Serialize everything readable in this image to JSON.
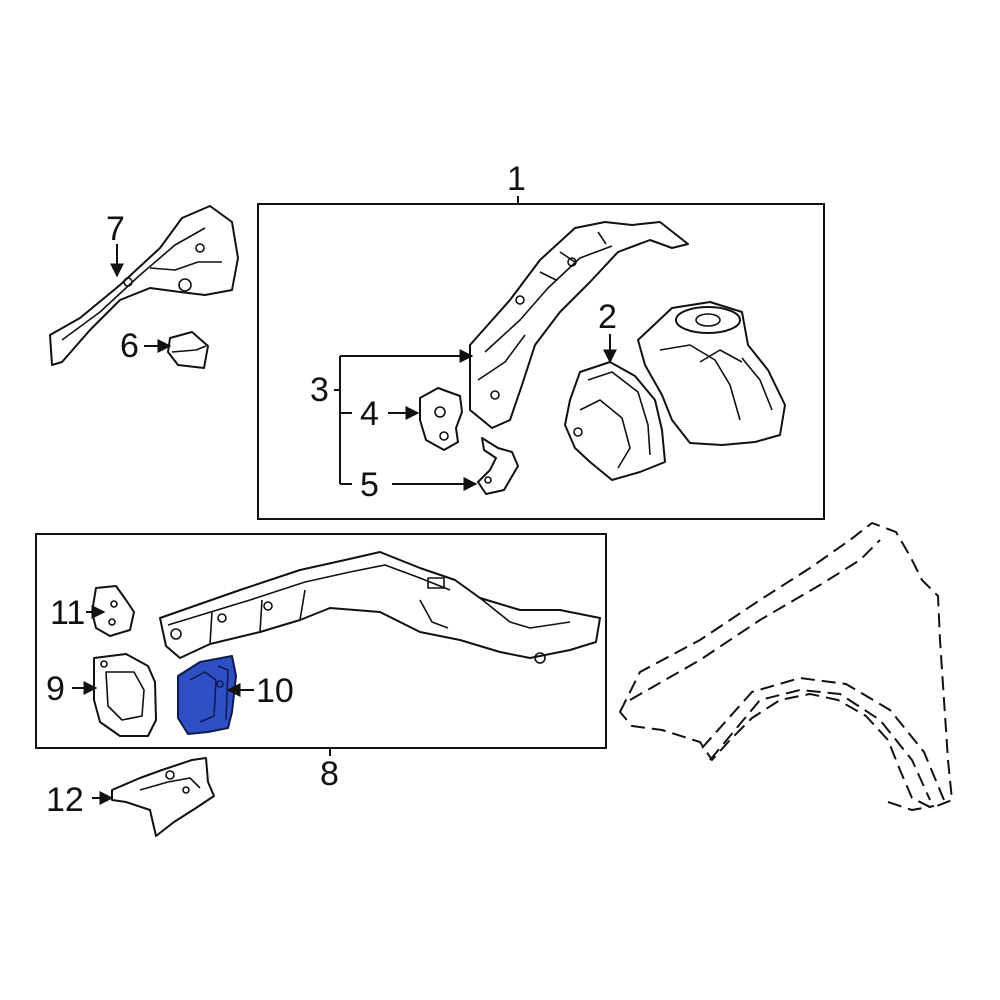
{
  "callouts": {
    "c1": "1",
    "c2": "2",
    "c3": "3",
    "c4": "4",
    "c5": "5",
    "c6": "6",
    "c7": "7",
    "c8": "8",
    "c9": "9",
    "c10": "10",
    "c11": "11",
    "c12": "12"
  },
  "highlight": {
    "part": "10",
    "color": "#2f4fc7"
  }
}
